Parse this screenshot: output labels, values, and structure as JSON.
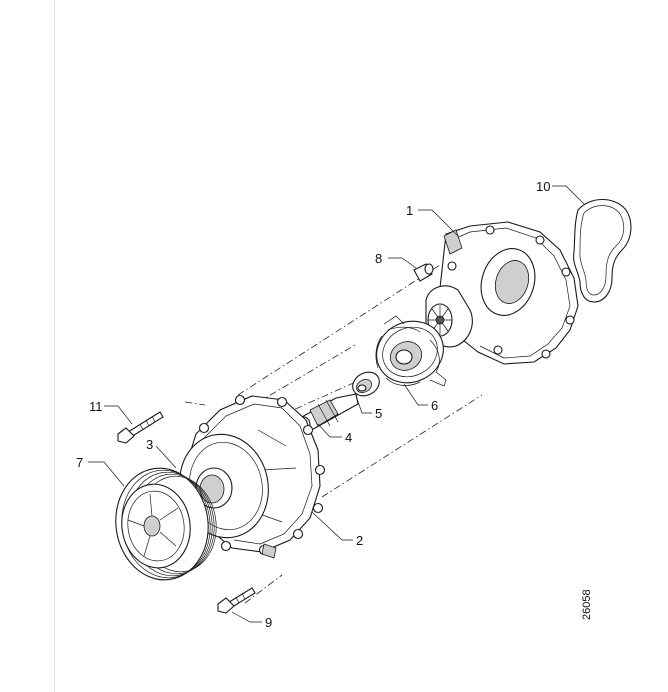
{
  "figure_number": "26058",
  "callouts": [
    {
      "id": "1",
      "label": "1"
    },
    {
      "id": "2",
      "label": "2"
    },
    {
      "id": "3",
      "label": "3"
    },
    {
      "id": "4",
      "label": "4"
    },
    {
      "id": "5",
      "label": "5"
    },
    {
      "id": "6",
      "label": "6"
    },
    {
      "id": "7",
      "label": "7"
    },
    {
      "id": "8",
      "label": "8"
    },
    {
      "id": "9",
      "label": "9"
    },
    {
      "id": "10",
      "label": "10"
    },
    {
      "id": "11",
      "label": "11"
    }
  ]
}
